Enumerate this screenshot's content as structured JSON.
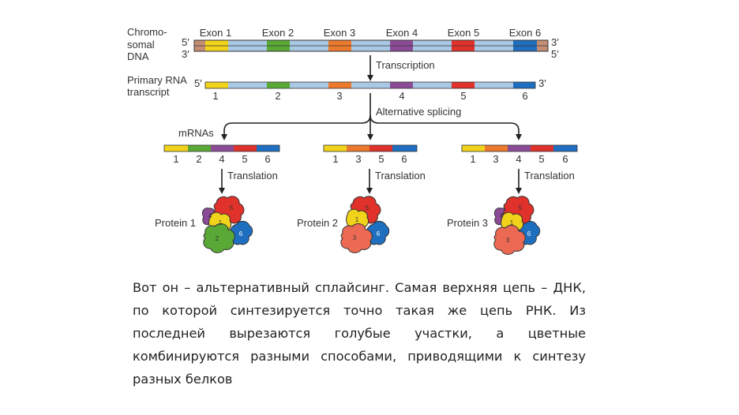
{
  "diagram": {
    "colors": {
      "intron": "#a9c8e4",
      "utr": "#c48e74",
      "exon1": "#f2d31b",
      "exon2": "#5aa936",
      "exon3": "#ec7a2c",
      "exon4": "#8c4b96",
      "exon5": "#e0312a",
      "exon6": "#1f6fc0",
      "outline": "#333333"
    },
    "dna": {
      "label_lines": [
        "Chromo-",
        "somal",
        "DNA"
      ],
      "exon_labels": [
        "Exon 1",
        "Exon 2",
        "Exon 3",
        "Exon 4",
        "Exon 5",
        "Exon 6"
      ],
      "left_ends": [
        "5′",
        "3′"
      ],
      "right_ends": [
        "3′",
        "5′"
      ]
    },
    "transcription_label": "Transcription",
    "rna": {
      "label_lines": [
        "Primary RNA",
        "transcript"
      ],
      "left_end": "5′",
      "right_end": "3′",
      "exon_numbers": [
        "1",
        "2",
        "3",
        "4",
        "5",
        "6"
      ]
    },
    "splicing_label": "Alternative splicing",
    "mrnas_label": "mRNAs",
    "translation_label": "Translation",
    "mrnas": [
      {
        "exons": [
          "1",
          "2",
          "4",
          "5",
          "6"
        ],
        "protein_label": "Protein 1",
        "protein_subunits": [
          "5",
          "4",
          "1",
          "2",
          "6"
        ]
      },
      {
        "exons": [
          "1",
          "3",
          "5",
          "6"
        ],
        "protein_label": "Protein 2",
        "protein_subunits": [
          "5",
          "1",
          "3",
          "6"
        ]
      },
      {
        "exons": [
          "1",
          "3",
          "4",
          "5",
          "6"
        ],
        "protein_label": "Protein 3",
        "protein_subunits": [
          "5",
          "4",
          "1",
          "3",
          "6"
        ]
      }
    ]
  },
  "caption": "Вот он – альтернативный сплайсинг. Самая верхняя цепь – ДНК, по которой синтезируется точно такая же цепь РНК. Из последней вырезаются голубые участки, а цветные комбинируются разными способами, приводящими к синтезу разных белков"
}
